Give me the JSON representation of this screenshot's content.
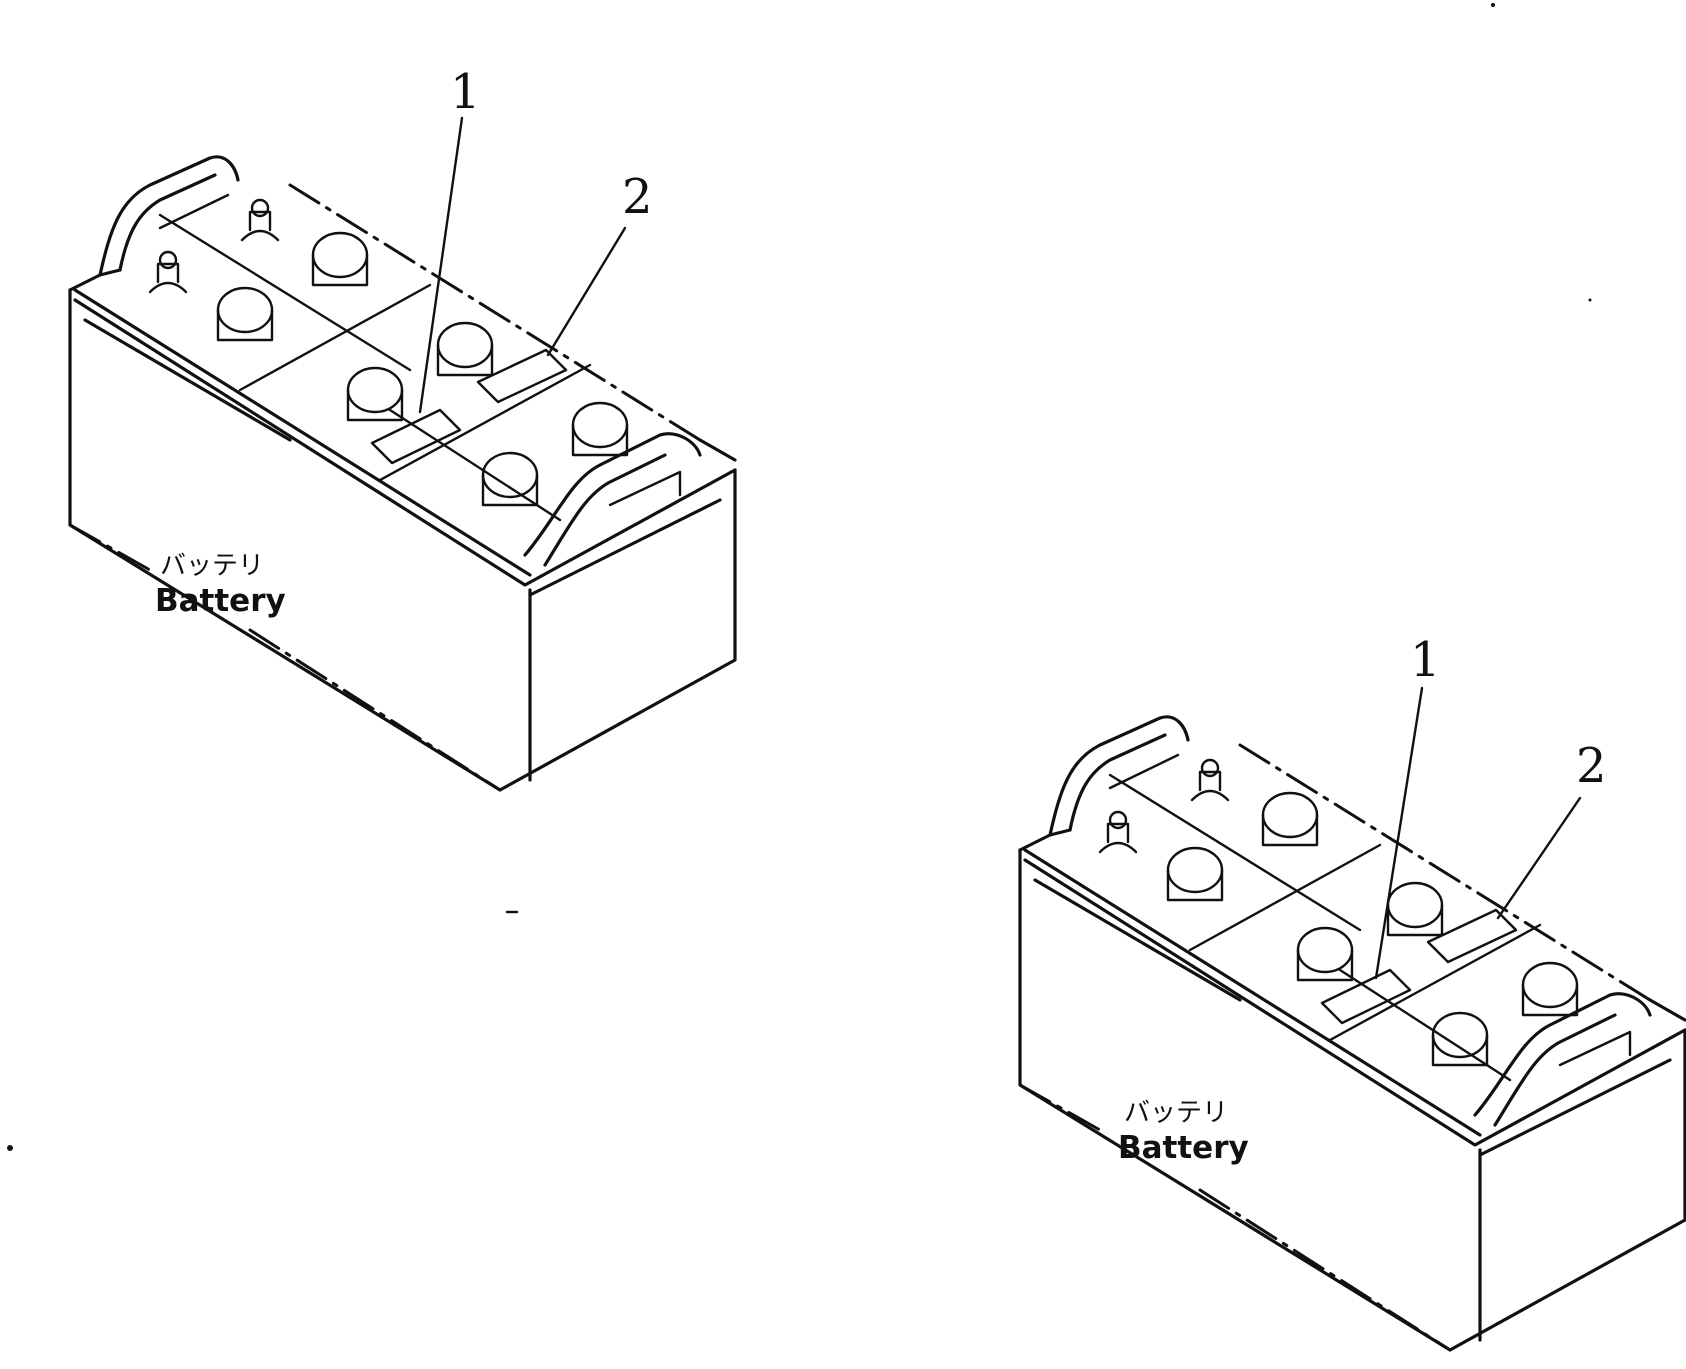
{
  "diagrams": [
    {
      "callout_1": "1",
      "callout_2": "2",
      "label_jp": "バッテリ",
      "label_en": "Battery"
    },
    {
      "callout_1": "1",
      "callout_2": "2",
      "label_jp": "バッテリ",
      "label_en": "Battery"
    }
  ]
}
